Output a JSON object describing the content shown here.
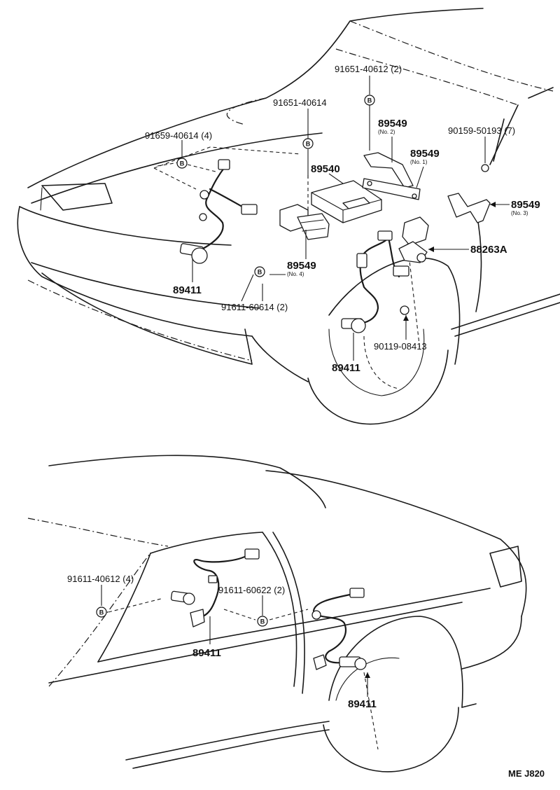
{
  "diagram_code": "ME J820",
  "marker_letter": "B",
  "labels": {
    "p91651_40612": "91651-40612 (2)",
    "p91651_40614": "91651-40614",
    "p91659_40614": "91659-40614 (4)",
    "p89549_no2": "89549",
    "no2": "(No. 2)",
    "p89549_no1": "89549",
    "no1": "(No. 1)",
    "p90159_50193": "90159-50193 (7)",
    "p89540": "89540",
    "p89549_no3": "89549",
    "no3": "(No. 3)",
    "p88263A": "88263A",
    "p89549_no4": "89549",
    "no4": "(No. 4)",
    "p89411_front_left": "89411",
    "p91611_60614": "91611-60614 (2)",
    "p90119_08413": "90119-08413",
    "p89411_front_right": "89411",
    "p91611_40612": "91611-40612 (4)",
    "p91611_60622": "91611-60622 (2)",
    "p89411_rear_left": "89411",
    "p89411_rear_right": "89411"
  }
}
